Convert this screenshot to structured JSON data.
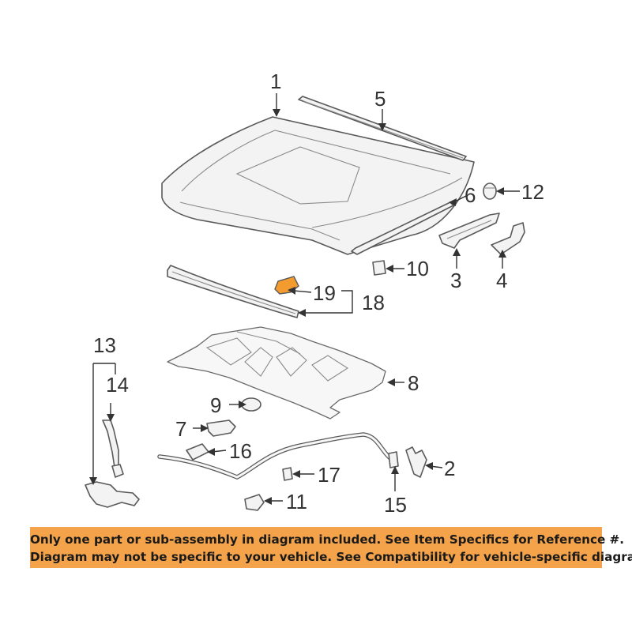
{
  "callouts": {
    "c1": "1",
    "c2": "2",
    "c3": "3",
    "c4": "4",
    "c5": "5",
    "c6": "6",
    "c7": "7",
    "c8": "8",
    "c9": "9",
    "c10": "10",
    "c11": "11",
    "c12": "12",
    "c13": "13",
    "c14": "14",
    "c15": "15",
    "c16": "16",
    "c17": "17",
    "c18": "18",
    "c19": "19"
  },
  "highlight_color": "#f39b2f",
  "banner": {
    "background": "#f5a34a",
    "line1": "Only one part or sub-assembly in diagram included. See Item Specifics for Reference #.",
    "line2": "Diagram may not be specific to your vehicle. See Compatibility for vehicle-specific diagrams."
  }
}
